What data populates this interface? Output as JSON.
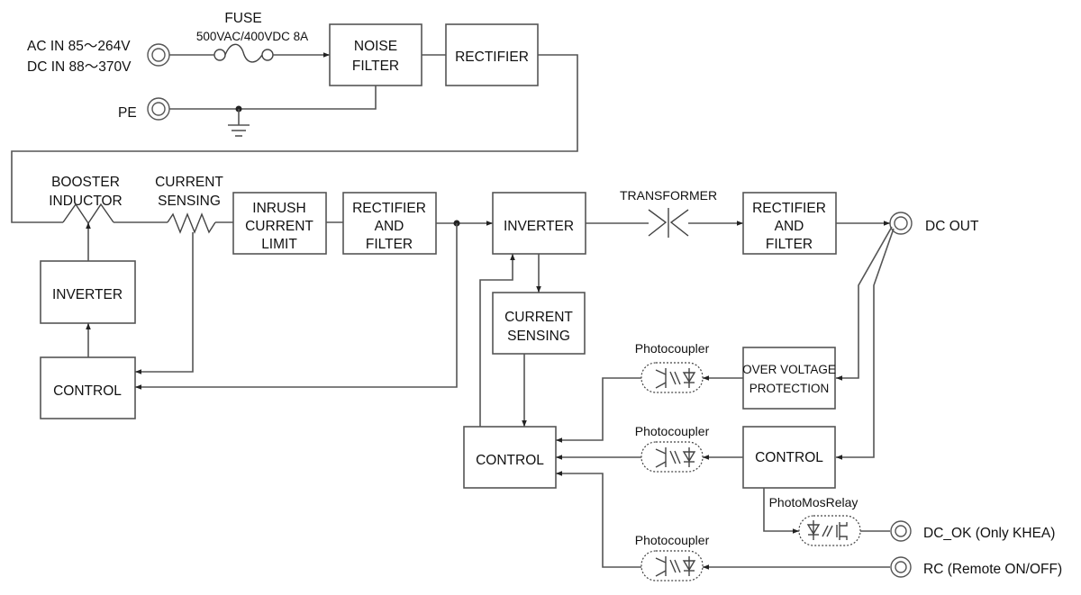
{
  "inputs": {
    "ac_in": "AC IN 85～264V",
    "dc_in": "DC IN 88～370V",
    "pe": "PE"
  },
  "fuse": {
    "title": "FUSE",
    "rating": "500VAC/400VDC 8A"
  },
  "blocks": {
    "noise_filter": [
      "NOISE",
      "FILTER"
    ],
    "rectifier_top": [
      "RECTIFIER"
    ],
    "booster_inductor": [
      "BOOSTER",
      "INDUCTOR"
    ],
    "current_sensing_label": [
      "CURRENT",
      "SENSING"
    ],
    "inrush_limit": [
      "INRUSH",
      "CURRENT",
      "LIMIT"
    ],
    "rect_filter_1": [
      "RECTIFIER",
      "AND",
      "FILTER"
    ],
    "inverter_main": [
      "INVERTER"
    ],
    "transformer": "TRANSFORMER",
    "rect_filter_2": [
      "RECTIFIER",
      "AND",
      "FILTER"
    ],
    "inverter_pfc": [
      "INVERTER"
    ],
    "control_pfc": [
      "CONTROL"
    ],
    "current_sensing_box": [
      "CURRENT",
      "SENSING"
    ],
    "control_main": [
      "CONTROL"
    ],
    "ovp": [
      "OVER VOLTAGE",
      "PROTECTION"
    ],
    "control_out": [
      "CONTROL"
    ]
  },
  "couplers": {
    "photocoupler_1": "Photocoupler",
    "photocoupler_2": "Photocoupler",
    "photocoupler_3": "Photocoupler",
    "photomos": "PhotoMosRelay"
  },
  "outputs": {
    "dc_out": "DC OUT",
    "dc_ok": "DC_OK (Only KHEA)",
    "rc": "RC (Remote ON/OFF)"
  },
  "colors": {
    "line": "#555555",
    "text": "#111111",
    "background": "#ffffff"
  }
}
